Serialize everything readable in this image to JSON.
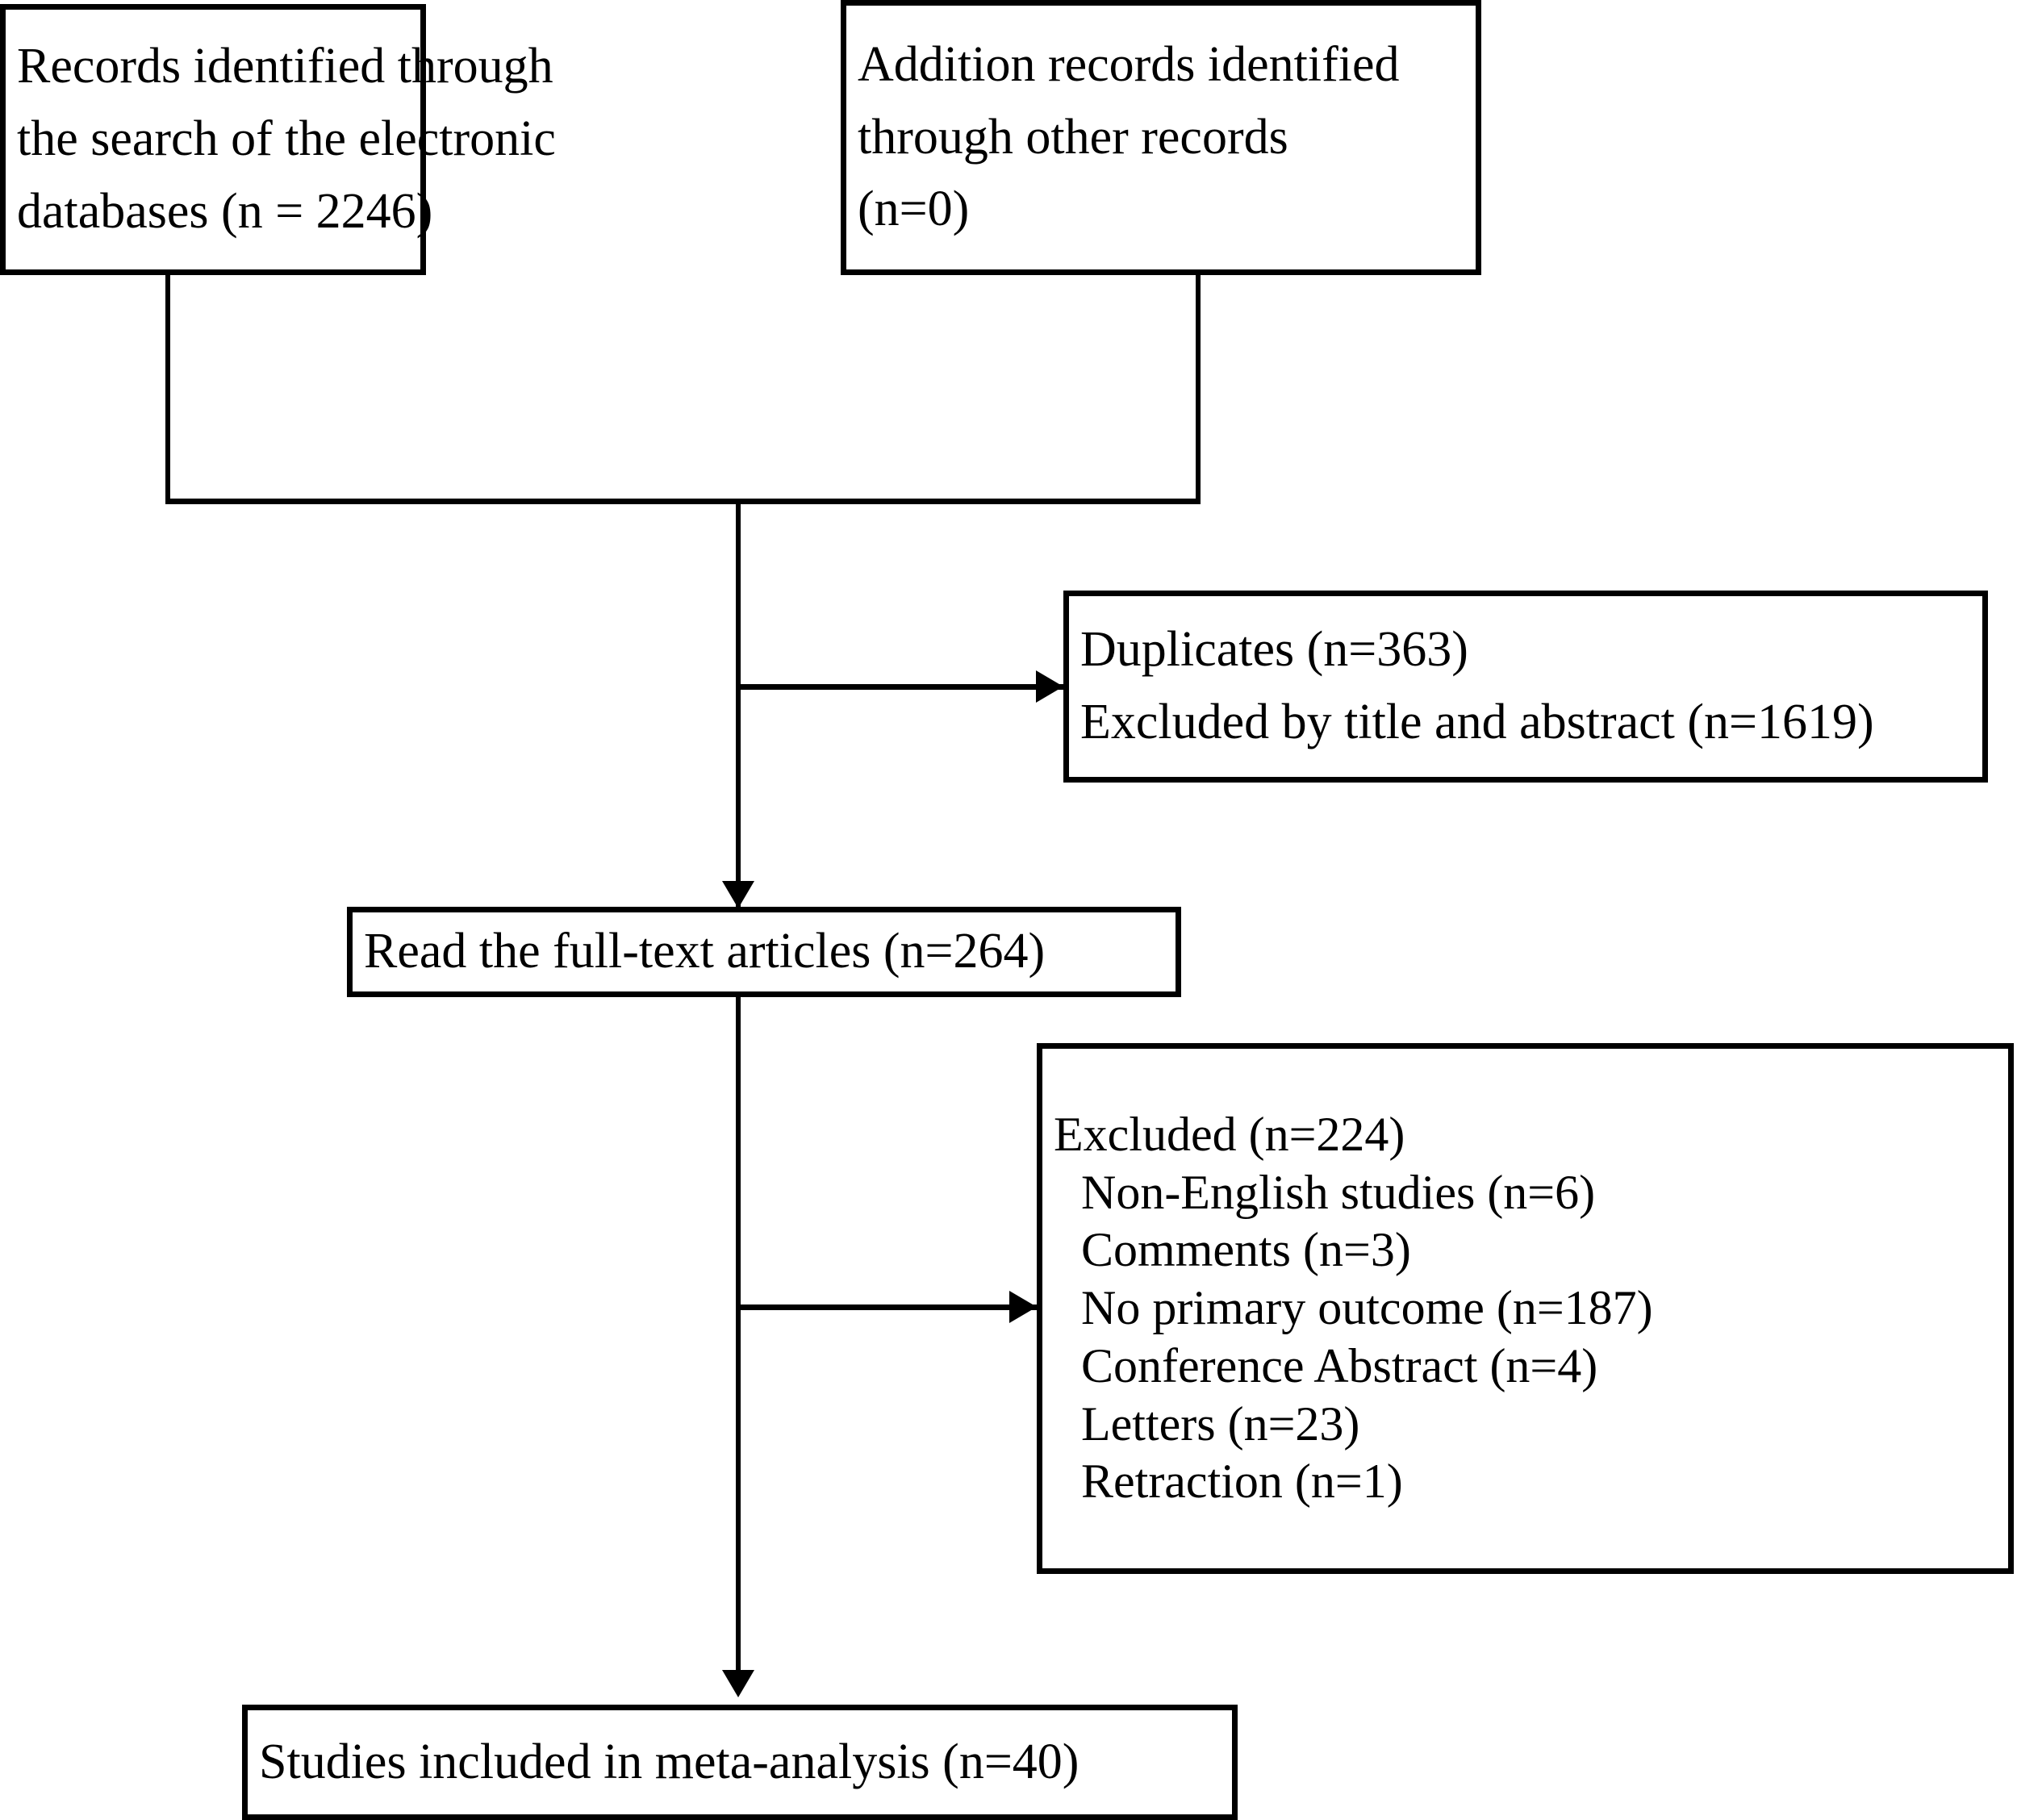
{
  "diagram": {
    "type": "prisma-flow-diagram",
    "title": "PRISMA study selection flow diagram",
    "boxes": {
      "records_identified": {
        "name": "records-identified-box",
        "lines": [
          "Records identified through",
          "the search of the electronic",
          "databases    (n = 2246)"
        ],
        "count": 2246
      },
      "additional_records": {
        "name": "additional-records-box",
        "lines": [
          "Addition records identified",
          "through other records",
          "(n=0)"
        ],
        "count": 0
      },
      "duplicates_excluded": {
        "name": "duplicates-excluded-box",
        "lines": [
          "Duplicates (n=363)",
          "Excluded by title and abstract (n=1619)"
        ],
        "duplicates_count": 363,
        "title_abstract_excluded_count": 1619
      },
      "full_text_read": {
        "name": "full-text-read-box",
        "lines": [
          "Read the full-text articles (n=264)"
        ],
        "count": 264
      },
      "excluded_reasons": {
        "name": "excluded-reasons-box",
        "header": "Excluded (n=224)",
        "total": 224,
        "reasons": [
          {
            "label": "Non-English studies (n=6)",
            "count": 6
          },
          {
            "label": "Comments (n=3)",
            "count": 3
          },
          {
            "label": "No primary outcome (n=187)",
            "count": 187
          },
          {
            "label": "Conference Abstract (n=4)",
            "count": 4
          },
          {
            "label": "Letters (n=23)",
            "count": 23
          },
          {
            "label": "Retraction (n=1)",
            "count": 1
          }
        ]
      },
      "studies_included": {
        "name": "studies-included-box",
        "lines": [
          "Studies included in meta-analysis (n=40)"
        ],
        "count": 40
      }
    },
    "colors": {
      "stroke": "#000000",
      "fill": "#ffffff",
      "text": "#000000"
    }
  }
}
